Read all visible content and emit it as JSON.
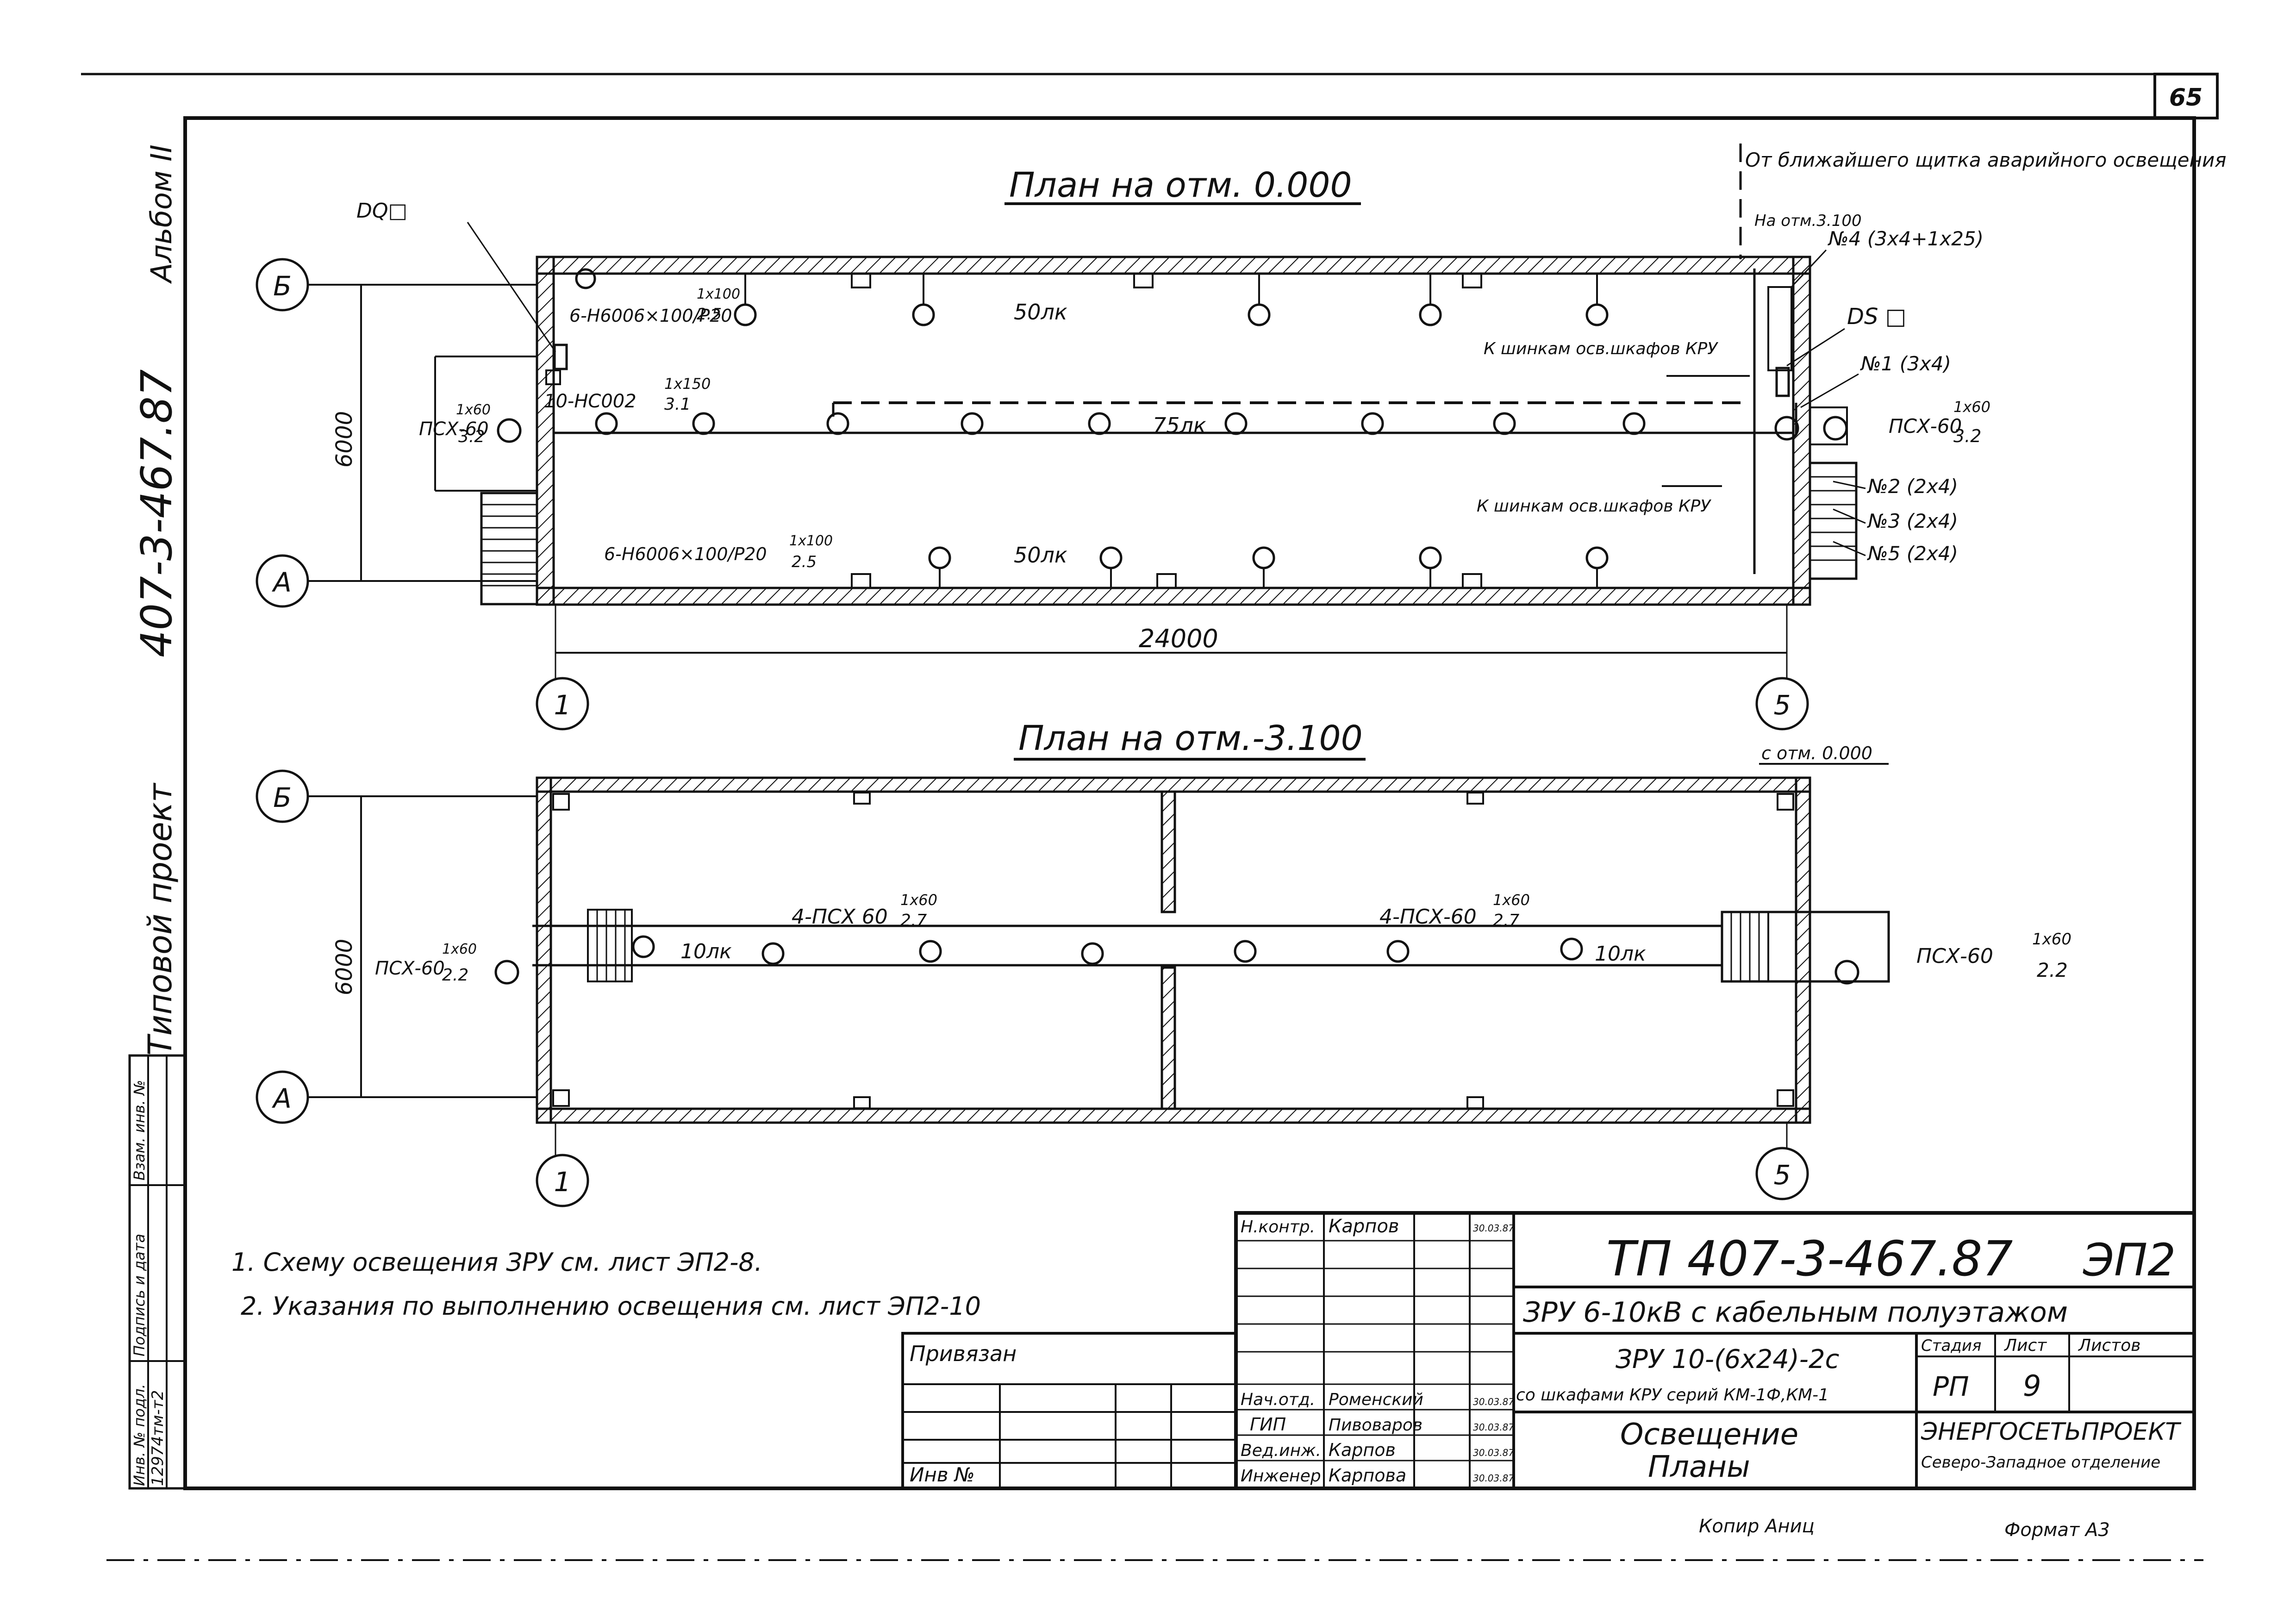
{
  "sheet": {
    "page_number": "65",
    "left_vertical": {
      "album": "Альбом II",
      "project_code": "407-3-467.87",
      "typical": "Типовой  проект"
    },
    "left_stamp": {
      "col_labels": [
        "Инв. № подл.",
        "Подпись и дата",
        "Взам. инв. №"
      ],
      "inv_value": "12974тм-т2"
    }
  },
  "plan_top": {
    "title": "План на отм. 0.000",
    "axis_b": "Б",
    "axis_a": "А",
    "axis_1": "1",
    "axis_5": "5",
    "dim_height": "6000",
    "dim_length": "24000",
    "labels": {
      "dq": "DQ□",
      "ds": "DS □",
      "emergency": "От ближайшего щитка аварийного освещения",
      "from_3100": "На отм.3.100",
      "line4": "№4 (3x4+1x25)",
      "line1": "№1 (3x4)",
      "line2": "№2 (2x4)",
      "line3": "№3 (2x4)",
      "line5": "№5 (2x4)",
      "to_kru_top": "К шинкам осв.шкафов КРУ",
      "to_kru_bot": "К шинкам осв.шкафов КРУ",
      "top_fixture": "6-Н6006×100/Р20",
      "top_frac_num": "1x100",
      "top_frac_den": "2.5",
      "mid_fixture": "10-НС002",
      "mid_frac_num": "1x150",
      "mid_frac_den": "3.1",
      "bot_fixture": "6-Н6006×100/Р20",
      "bot_frac_num": "1x100",
      "bot_frac_den": "2.5",
      "lux_top": "50лк",
      "lux_mid": "75лк",
      "lux_bot": "50лк",
      "psx_left": "ПСХ-60",
      "psx_left_num": "1x60",
      "psx_left_den": "3.2",
      "psx_right": "ПСХ-60",
      "psx_right_num": "1x60",
      "psx_right_den": "3.2"
    }
  },
  "plan_bottom": {
    "title": "План на отм.-3.100",
    "axis_b": "Б",
    "axis_a": "А",
    "axis_1": "1",
    "axis_5": "5",
    "dim_height": "6000",
    "labels": {
      "from_0": "с отм. 0.000",
      "group_left": "4-ПСХ 60",
      "group_left_num": "1x60",
      "group_left_den": "2.7",
      "group_right": "4-ПСХ-60",
      "group_right_num": "1x60",
      "group_right_den": "2.7",
      "lux_left": "10лк",
      "lux_right": "10лк",
      "psx_left": "ПСХ-60",
      "psx_left_num": "1x60",
      "psx_left_den": "2.2",
      "psx_right": "ПСХ-60",
      "psx_right_num": "1x60",
      "psx_right_den": "2.2"
    }
  },
  "notes": [
    "1. Схему освещения ЗРУ см. лист ЭП2-8.",
    "2. Указания по выполнению освещения см. лист ЭП2-10"
  ],
  "title_block": {
    "privyazan": "Привязан",
    "inv_no": "Инв №",
    "roles": [
      {
        "role": "Н.контр.",
        "name": "Карпов",
        "date": "30.03.87"
      },
      {
        "role": "Нач.отд.",
        "name": "Роменский",
        "date": "30.03.87"
      },
      {
        "role": "ГИП",
        "name": "Пивоваров",
        "date": "30.03.87"
      },
      {
        "role": "Вед.инж.",
        "name": "Карпов",
        "date": "30.03.87"
      },
      {
        "role": "Инженер",
        "name": "Карпова",
        "date": "30.03.87"
      }
    ],
    "doc_code": "ТП  407-3-467.87",
    "sheet_code": "ЭП2",
    "object": "ЗРУ 6-10кВ с кабельным полуэтажом",
    "variant": "ЗРУ 10-(6x24)-2с",
    "variant_sub": "со шкафами КРУ серий КМ-1Ф,КМ-1",
    "drawing_name_1": "Освещение",
    "drawing_name_2": "Планы",
    "stage_header": "Стадия",
    "sheet_header": "Лист",
    "sheets_header": "Листов",
    "stage": "РП",
    "sheet": "9",
    "org": "ЭНЕРГОСЕТЬПРОЕКТ",
    "org_sub": "Северо-Западное отделение"
  },
  "footer": {
    "copied": "Копир  Аниц",
    "format": "Формат А3"
  }
}
